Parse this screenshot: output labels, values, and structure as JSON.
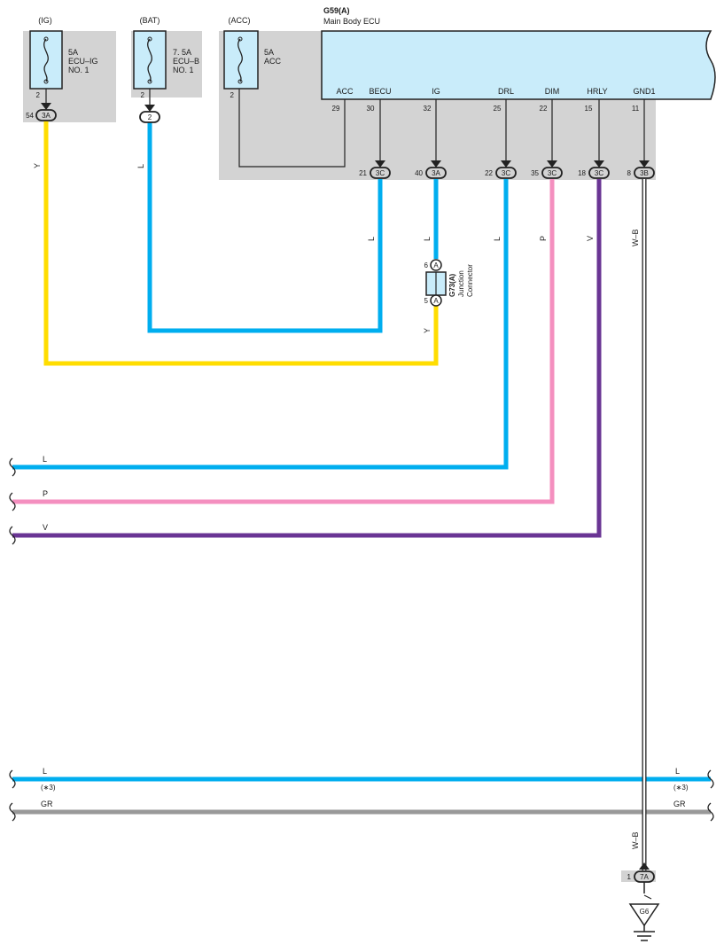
{
  "ecu": {
    "code": "G59(A)",
    "name": "Main Body ECU",
    "pins": [
      {
        "label": "ACC",
        "pin": "29"
      },
      {
        "label": "BECU",
        "pin": "30"
      },
      {
        "label": "IG",
        "pin": "32"
      },
      {
        "label": "DRL",
        "pin": "25"
      },
      {
        "label": "DIM",
        "pin": "22"
      },
      {
        "label": "HRLY",
        "pin": "15"
      },
      {
        "label": "GND1",
        "pin": "11"
      }
    ]
  },
  "fuses": [
    {
      "source": "(IG)",
      "rating": "5A",
      "name": "ECU–IG",
      "number": "NO. 1",
      "pin": "2",
      "connector": "3A",
      "connector_pin": "54"
    },
    {
      "source": "(BAT)",
      "rating": "7. 5A",
      "name": "ECU–B",
      "number": "NO. 1",
      "pin": "2",
      "connector": "2"
    },
    {
      "source": "(ACC)",
      "rating": "5A",
      "name": "ACC",
      "pin": "2"
    }
  ],
  "connectors": [
    {
      "pin": "21",
      "id": "3C"
    },
    {
      "pin": "40",
      "id": "3A"
    },
    {
      "pin": "22",
      "id": "3C"
    },
    {
      "pin": "35",
      "id": "3C"
    },
    {
      "pin": "18",
      "id": "3C"
    },
    {
      "pin": "8",
      "id": "3B"
    }
  ],
  "junction": {
    "code": "G73(A)",
    "line1": "Junction",
    "line2": "Connector",
    "pin_top": "6",
    "pin_bottom": "5",
    "terminal": "A"
  },
  "wires": {
    "y": "Y",
    "l": "L",
    "p": "P",
    "v": "V",
    "wb": "W–B",
    "gr": "GR",
    "note": "(∗3)"
  },
  "ground": {
    "connector_pin": "1",
    "connector": "7A",
    "point": "G6"
  },
  "colors": {
    "yellow": "#ffdd00",
    "blue": "#00aeef",
    "pink": "#f48fbf",
    "violet": "#6a3594",
    "gray": "#999999",
    "panel": "#d3d3d3",
    "ecu_fill": "#c9ecfa"
  }
}
